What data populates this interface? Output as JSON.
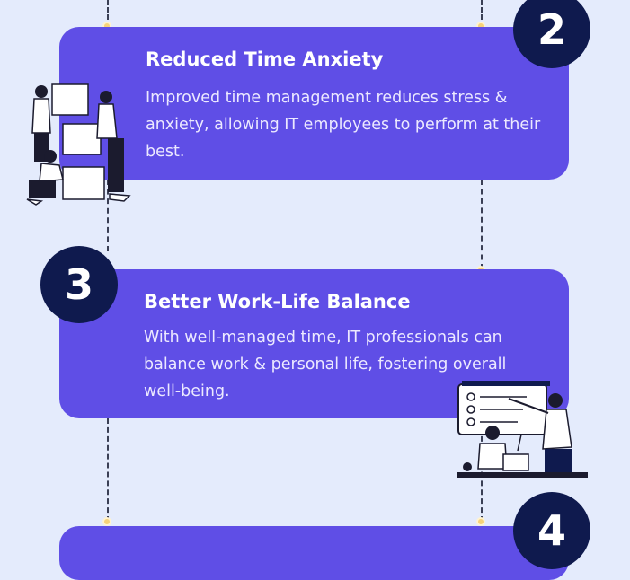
{
  "colors": {
    "background": "#e4ebfc",
    "card": "#5f4ee6",
    "badge": "#0f1a4e",
    "dot": "#f6d27a"
  },
  "steps": [
    {
      "number": "2",
      "title": "Reduced Time Anxiety",
      "text": "Improved time management reduces stress & anxiety, allowing IT employees to perform at their best.",
      "illustration": "people-stacking-boxes-illustration"
    },
    {
      "number": "3",
      "title": "Better Work-Life Balance",
      "text": "With well-managed time, IT professionals can balance work & personal life, fostering overall well-being.",
      "illustration": "team-meeting-checklist-illustration"
    },
    {
      "number": "4"
    }
  ]
}
